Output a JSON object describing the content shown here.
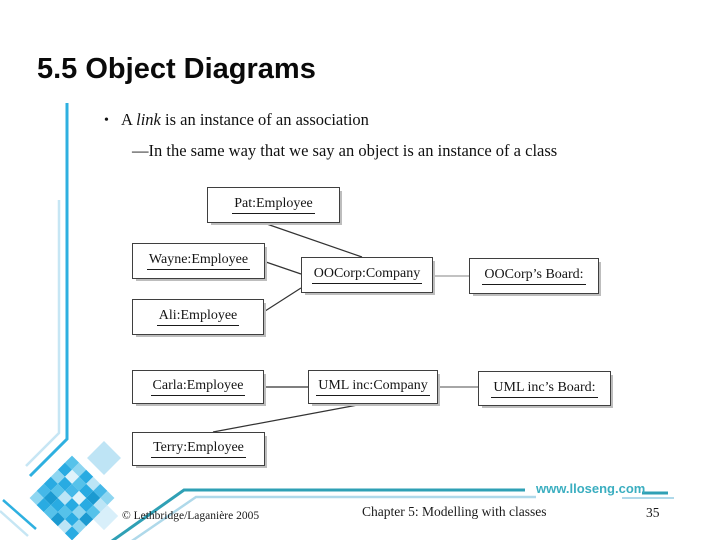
{
  "slide": {
    "title": "5.5 Object Diagrams",
    "bullet": {
      "marker": "•",
      "pre": "A ",
      "term": "link",
      "post": " is an instance of an association",
      "subline": "—In the same way that we say an object is an instance of a class"
    },
    "diagram": {
      "boxes": [
        {
          "id": "pat",
          "label": "Pat:Employee"
        },
        {
          "id": "wayne",
          "label": "Wayne:Employee"
        },
        {
          "id": "oocorp",
          "label": "OOCorp:Company"
        },
        {
          "id": "oocorp-board",
          "label": "OOCorp’s Board:"
        },
        {
          "id": "ali",
          "label": "Ali:Employee"
        },
        {
          "id": "carla",
          "label": "Carla:Employee"
        },
        {
          "id": "umlinc",
          "label": "UML inc:Company"
        },
        {
          "id": "umlinc-board",
          "label": "UML inc’s Board:"
        },
        {
          "id": "terry",
          "label": "Terry:Employee"
        }
      ],
      "links": [
        "Pat:Employee – OOCorp:Company",
        "Wayne:Employee – OOCorp:Company",
        "Ali:Employee – OOCorp:Company",
        "OOCorp:Company – OOCorp’s Board:",
        "Carla:Employee – UML inc:Company",
        "UML inc:Company – UML inc’s Board:",
        "Terry:Employee – UML inc:Company"
      ]
    },
    "footer": {
      "website": "www.lloseng.com",
      "copyright": "© Lethbridge/Laganière 2005",
      "chapter": "Chapter 5: Modelling with classes",
      "page_number": "35"
    },
    "colors": {
      "accent_cyan": "#2eb0e0",
      "accent_light_blue": "#c6e6f4",
      "footer_teal": "#2fa0b5",
      "footer_light": "#afd9ea",
      "website_text": "#3baec0"
    },
    "decor": {
      "mosaic_cells": [
        "#56c2ea",
        "#8ed6f1",
        "#29abe2",
        "#bce5f6",
        "#45b8e8",
        "#8ed6f1",
        "#29abe2",
        "#dff3fb",
        "#56c2ea",
        "#29abe2",
        "#1b9ad1",
        "#bce5f6",
        "#8ed6f1",
        "#29abe2",
        "#45b8e8",
        "#dff3fb",
        "#29abe2",
        "#56c2ea",
        "#29abe2",
        "#56c2ea",
        "#bce5f6",
        "#29abe2",
        "#8ed6f1",
        "#1b9ad1",
        "#45b8e8",
        "#1b9ad1",
        "#29abe2",
        "#56c2ea",
        "#29abe2",
        "#8ed6f1",
        "#8ed6f1",
        "#29abe2",
        "#56c2ea",
        "#1b9ad1",
        "#bce5f6",
        "#29abe2"
      ]
    }
  }
}
